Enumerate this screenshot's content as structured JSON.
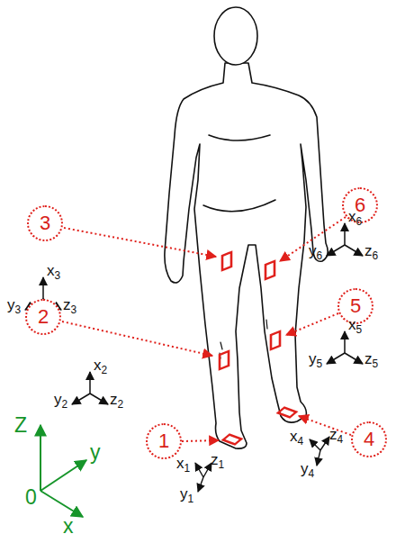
{
  "diagram": {
    "nodes": [
      {
        "text": [
          "3"
        ]
      },
      {
        "text": [
          "2"
        ]
      },
      {
        "text": [
          "1"
        ]
      },
      {
        "text": [
          "6"
        ]
      },
      {
        "text": [
          "5"
        ]
      },
      {
        "text": [
          "4"
        ]
      }
    ],
    "labels": [
      "x3",
      "y3",
      "z3",
      "x2",
      "y2",
      "z2",
      "x1",
      "y1",
      "z1",
      "x6",
      "y6",
      "z6",
      "x5",
      "y5",
      "z5",
      "x4",
      "y4",
      "z4",
      "Z",
      "y",
      "0",
      "x"
    ]
  }
}
